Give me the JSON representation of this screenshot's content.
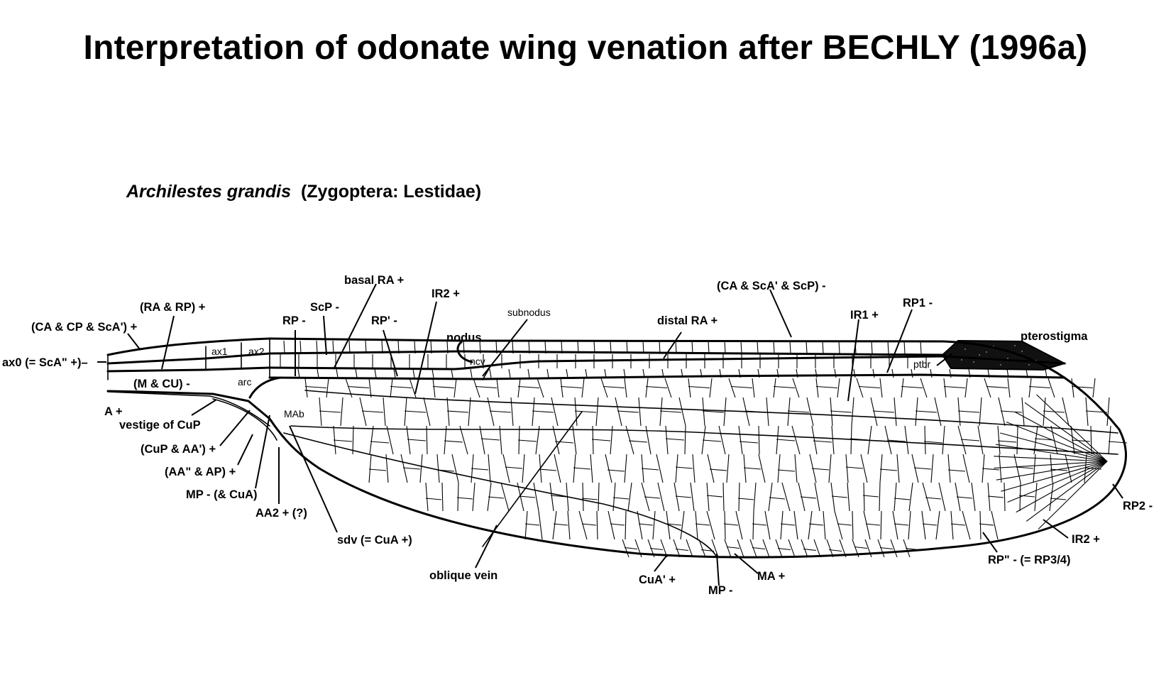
{
  "title": "Interpretation of odonate wing venation after BECHLY (1996a)",
  "subtitle": {
    "species": "Archilestes grandis",
    "classification": "(Zygoptera: Lestidae)"
  },
  "labels": {
    "ax0": "ax0 (= ScA\" +)–",
    "ca_cp_sca": "(CA & CP & ScA') +",
    "ra_rp": "(RA & RP) +",
    "m_cu": "(M & CU) -",
    "a": "A +",
    "vestige_cup": "vestige of CuP",
    "cup_aa": "(CuP & AA') +",
    "aa_ap": "(AA\" & AP) +",
    "mp_cua": "MP - (& CuA)",
    "aa2": "AA2 + (?)",
    "sdv": "sdv (= CuA +)",
    "rp_minus": "RP -",
    "scp": "ScP -",
    "basal_ra": "basal RA +",
    "rp_prime": "RP' -",
    "ir2_upper": "IR2 +",
    "subnodus": "subnodus",
    "nodus": "nodus",
    "ncv": "ncv",
    "ax1": "ax1",
    "ax2": "ax2",
    "arc": "arc",
    "mab": "MAb",
    "oblique_vein": "oblique vein",
    "distal_ra": "distal RA +",
    "ca_sca_scp": "(CA & ScA' & ScP) -",
    "ir1": "IR1 +",
    "rp1": "RP1 -",
    "pterostigma": "pterostigma",
    "ptbr": "ptbr",
    "rp2": "RP2 -",
    "ir2_lower": "IR2 +",
    "rp34": "RP\" - (= RP3/4)",
    "cua_prime": "CuA' +",
    "mp_minus": "MP -",
    "ma": "MA +"
  }
}
